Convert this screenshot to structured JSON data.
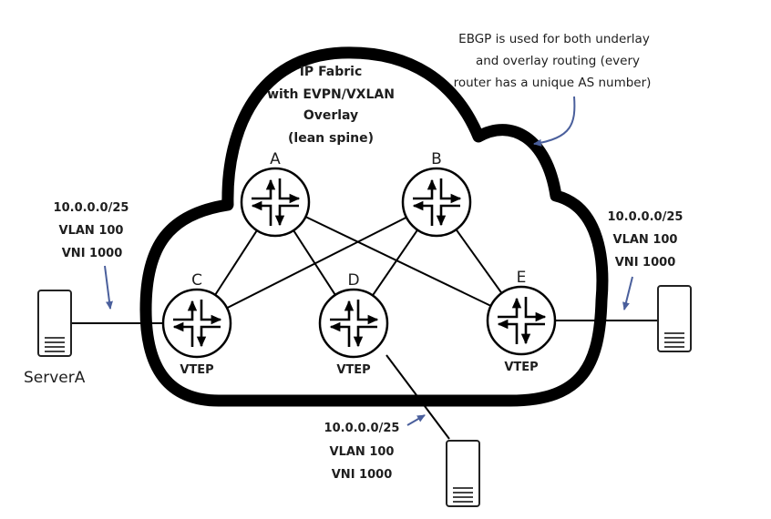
{
  "title": "IP Fabric with EVPN/VXLAN Overlay (lean spine)",
  "cloud_label": [
    "IP Fabric",
    "with EVPN/VXLAN",
    "Overlay",
    "(lean spine)"
  ],
  "annotation": [
    "EBGP is used for both underlay",
    "and overlay routing (every",
    "router has a unique AS number)"
  ],
  "colors": {
    "outline": "#000000",
    "arrow": "#4a5f9c",
    "text": "#1e1e1e"
  },
  "routers": [
    {
      "id": "A",
      "role": "spine",
      "label": "A",
      "sublabel": ""
    },
    {
      "id": "B",
      "role": "spine",
      "label": "B",
      "sublabel": ""
    },
    {
      "id": "C",
      "role": "leaf",
      "label": "C",
      "sublabel": "VTEP"
    },
    {
      "id": "D",
      "role": "leaf",
      "label": "D",
      "sublabel": "VTEP"
    },
    {
      "id": "E",
      "role": "leaf",
      "label": "E",
      "sublabel": "VTEP"
    }
  ],
  "links": [
    [
      "A",
      "C"
    ],
    [
      "A",
      "D"
    ],
    [
      "A",
      "E"
    ],
    [
      "B",
      "C"
    ],
    [
      "B",
      "D"
    ],
    [
      "B",
      "E"
    ]
  ],
  "servers": [
    {
      "id": "serverA",
      "name": "ServerA",
      "attached_to": "C",
      "subnet": "10.0.0.0/25",
      "vlan": "VLAN 100",
      "vni": "VNI 1000"
    },
    {
      "id": "serverE",
      "name": "",
      "attached_to": "E",
      "subnet": "10.0.0.0/25",
      "vlan": "VLAN 100",
      "vni": "VNI 1000"
    },
    {
      "id": "serverD",
      "name": "",
      "attached_to": "D",
      "subnet": "10.0.0.0/25",
      "vlan": "VLAN 100",
      "vni": "VNI 1000"
    }
  ]
}
